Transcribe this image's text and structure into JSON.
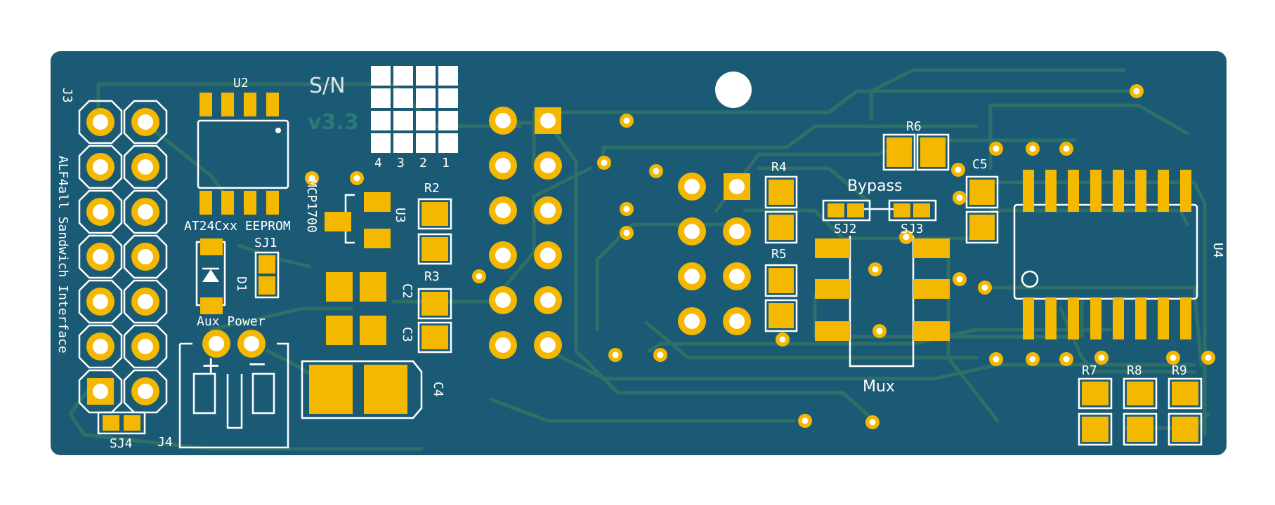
{
  "colors": {
    "background": "#ffffff",
    "soldermask": "#1b5a74",
    "trace": "#2e7068",
    "pad_gold": "#f5b800",
    "pad_gold_dark": "#d99a00",
    "silkscreen": "#ffffff",
    "dim_silk": "#2b7a78"
  },
  "labels": {
    "j3": "J3",
    "u2": "U2",
    "sn": "S/N",
    "version": "v3.3",
    "sn_digits": [
      "4",
      "3",
      "2",
      "1"
    ],
    "mcp": "MCP1700",
    "u3": "U3",
    "r2": "R2",
    "r3": "R3",
    "c2": "C2",
    "c3": "C3",
    "c4": "C4",
    "eeprom": "AT24Cxx EEPROM",
    "sj1": "SJ1",
    "d1": "D1",
    "aux_power": "Aux Power",
    "plus": "+",
    "minus": "−",
    "sj4": "SJ4",
    "j4": "J4",
    "board_name": "ALF4all Sandwich Interface",
    "r4": "R4",
    "r5": "R5",
    "r6": "R6",
    "c5": "C5",
    "bypass": "Bypass",
    "sj2": "SJ2",
    "sj3": "SJ3",
    "mux": "Mux",
    "u4": "U4",
    "r7": "R7",
    "r8": "R8",
    "r9": "R9"
  }
}
